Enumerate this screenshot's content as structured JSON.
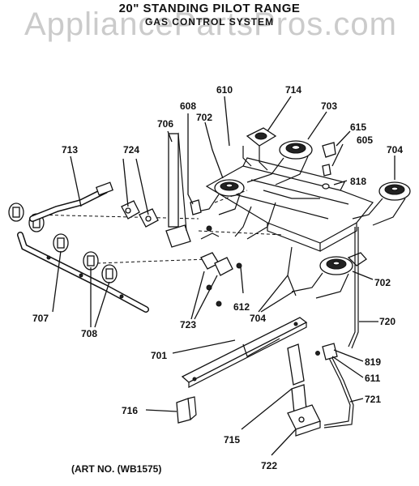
{
  "header": {
    "title": "20\" STANDING PILOT RANGE",
    "subtitle": "GAS CONTROL SYSTEM",
    "watermark": "AppliancePartsPros.com"
  },
  "footer": {
    "art_no": "(ART NO. (WB1575)"
  },
  "labels": {
    "l610": "610",
    "l714": "714",
    "l608": "608",
    "l706": "706",
    "l702a": "702",
    "l703": "703",
    "l615": "615",
    "l605": "605",
    "l713": "713",
    "l724": "724",
    "l704a": "704",
    "l818": "818",
    "l702b": "702",
    "l707": "707",
    "l708": "708",
    "l723": "723",
    "l612": "612",
    "l704b": "704",
    "l720": "720",
    "l701": "701",
    "l819": "819",
    "l611": "611",
    "l721": "721",
    "l716": "716",
    "l715": "715",
    "l722": "722"
  }
}
